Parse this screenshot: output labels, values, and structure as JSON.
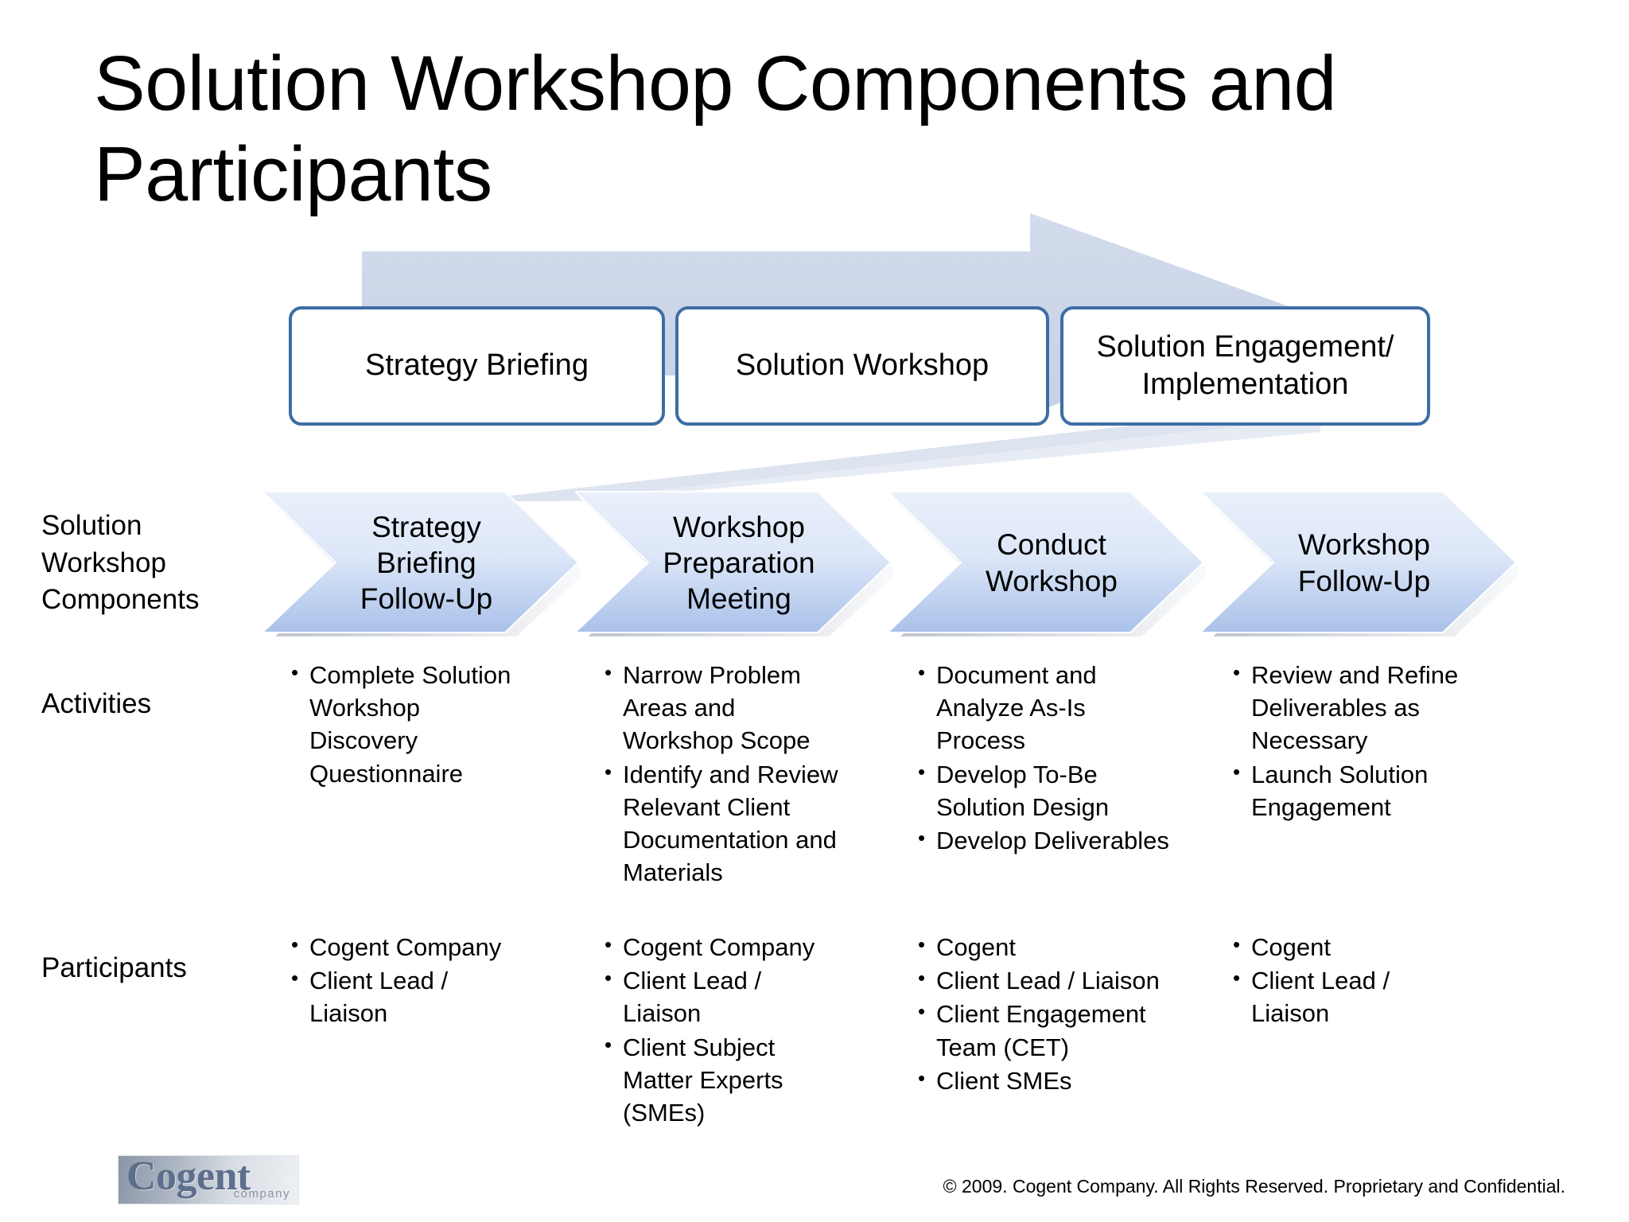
{
  "slide": {
    "title": "Solution Workshop Components and Participants"
  },
  "phase_band": {
    "boxes": [
      {
        "label": "Strategy Briefing"
      },
      {
        "label": "Solution Workshop"
      },
      {
        "label": "Solution Engagement/\nImplementation"
      }
    ],
    "arrow_color": "#ccd6e8",
    "box_border_color": "#3E6DA5"
  },
  "row_labels": {
    "components": "Solution\nWorkshop\nComponents",
    "activities": "Activities",
    "participants": "Participants"
  },
  "components": [
    {
      "label": "Strategy\nBriefing\nFollow-Up"
    },
    {
      "label": "Workshop\nPreparation\nMeeting"
    },
    {
      "label": "Conduct\nWorkshop"
    },
    {
      "label": "Workshop\nFollow-Up"
    }
  ],
  "chevron_colors": {
    "top": "#e8eefa",
    "bottom": "#a8c0e8",
    "edge": "#ffffff"
  },
  "activities": [
    {
      "items": [
        "Complete Solution Workshop Discovery Questionnaire"
      ]
    },
    {
      "items": [
        "Narrow Problem Areas and Workshop Scope",
        "Identify and Review Relevant Client Documentation and Materials"
      ]
    },
    {
      "items": [
        "Document and Analyze As-Is Process",
        "Develop To-Be Solution Design",
        "Develop Deliverables"
      ]
    },
    {
      "items": [
        "Review and Refine Deliverables as Necessary",
        "Launch Solution Engagement"
      ]
    }
  ],
  "participants": [
    {
      "items": [
        "Cogent Company",
        "Client Lead / Liaison"
      ]
    },
    {
      "items": [
        "Cogent Company",
        "Client Lead / Liaison",
        "Client Subject Matter Experts (SMEs)"
      ]
    },
    {
      "items": [
        "Cogent",
        "Client Lead / Liaison",
        "Client Engagement Team (CET)",
        "Client SMEs"
      ]
    },
    {
      "items": [
        "Cogent",
        "Client Lead / Liaison"
      ]
    }
  ],
  "footer": {
    "logo_word": "Cogent",
    "logo_sub": "company",
    "copyright": "© 2009. Cogent Company. All Rights Reserved. Proprietary and Confidential."
  }
}
